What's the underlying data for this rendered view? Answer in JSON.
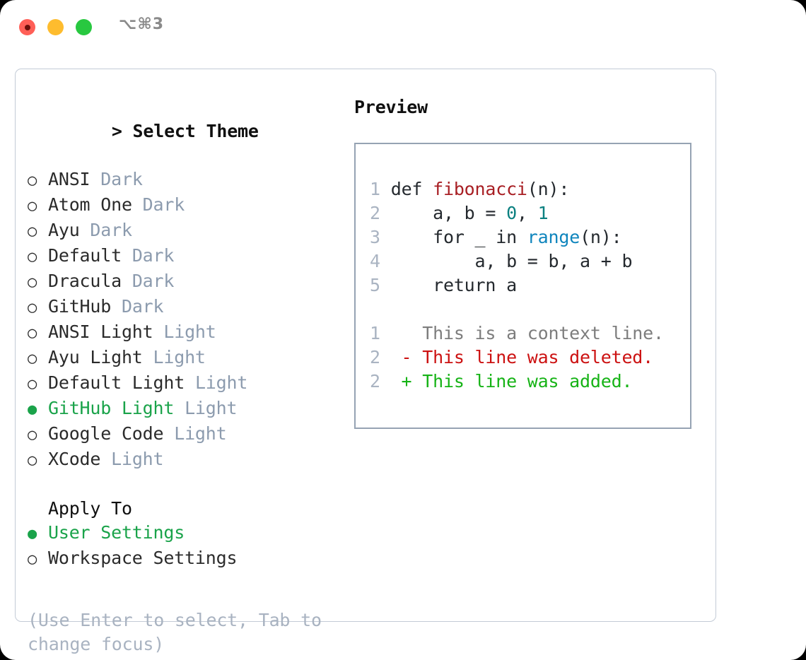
{
  "window": {
    "shortcut": "⌥⌘3",
    "traffic_lights": [
      {
        "name": "close",
        "color": "#ff5f57"
      },
      {
        "name": "minimize",
        "color": "#febc2e"
      },
      {
        "name": "zoom",
        "color": "#28c840"
      }
    ]
  },
  "theme_picker": {
    "prompt": ">",
    "title": "Select Theme",
    "bullet_unselected": "○",
    "bullet_selected": "●",
    "options": [
      {
        "label": "ANSI",
        "tag": "Dark",
        "selected": false
      },
      {
        "label": "Atom One",
        "tag": "Dark",
        "selected": false
      },
      {
        "label": "Ayu",
        "tag": "Dark",
        "selected": false
      },
      {
        "label": "Default",
        "tag": "Dark",
        "selected": false
      },
      {
        "label": "Dracula",
        "tag": "Dark",
        "selected": false
      },
      {
        "label": "GitHub",
        "tag": "Dark",
        "selected": false
      },
      {
        "label": "ANSI Light",
        "tag": "Light",
        "selected": false
      },
      {
        "label": "Ayu Light",
        "tag": "Light",
        "selected": false
      },
      {
        "label": "Default Light",
        "tag": "Light",
        "selected": false
      },
      {
        "label": "GitHub Light",
        "tag": "Light",
        "selected": true
      },
      {
        "label": "Google Code",
        "tag": "Light",
        "selected": false
      },
      {
        "label": "XCode",
        "tag": "Light",
        "selected": false
      }
    ]
  },
  "apply_to": {
    "title": "Apply To",
    "options": [
      {
        "label": "User Settings",
        "selected": true
      },
      {
        "label": "Workspace Settings",
        "selected": false
      }
    ]
  },
  "hint": "(Use Enter to select, Tab to change focus)",
  "preview": {
    "title": "Preview",
    "code_lines": [
      {
        "num": "1",
        "tokens": [
          {
            "text": "def ",
            "type": "plain"
          },
          {
            "text": "fibonacci",
            "type": "func"
          },
          {
            "text": "(n):",
            "type": "plain"
          }
        ]
      },
      {
        "num": "2",
        "tokens": [
          {
            "text": "    a, b = ",
            "type": "plain"
          },
          {
            "text": "0",
            "type": "num"
          },
          {
            "text": ", ",
            "type": "plain"
          },
          {
            "text": "1",
            "type": "num"
          }
        ]
      },
      {
        "num": "3",
        "tokens": [
          {
            "text": "    for _ in ",
            "type": "plain"
          },
          {
            "text": "range",
            "type": "call"
          },
          {
            "text": "(n):",
            "type": "plain"
          }
        ]
      },
      {
        "num": "4",
        "tokens": [
          {
            "text": "        a, b = b, a + b",
            "type": "plain"
          }
        ]
      },
      {
        "num": "5",
        "tokens": [
          {
            "text": "    return a",
            "type": "plain"
          }
        ]
      }
    ],
    "diff_lines": [
      {
        "num": "1",
        "marker": " ",
        "text": "This is a context line.",
        "type": "ctx"
      },
      {
        "num": "2",
        "marker": "-",
        "text": "This line was deleted.",
        "type": "del"
      },
      {
        "num": "2",
        "marker": "+",
        "text": "This line was added.",
        "type": "add"
      }
    ]
  },
  "colors": {
    "accent_green": "#1aa34a",
    "tag_muted": "#8c9bae",
    "hint_muted": "#a9b3c1",
    "border": "#c3cbd6",
    "preview_border": "#96a3b3",
    "diff_add": "#16b316",
    "diff_del": "#cc1111"
  }
}
